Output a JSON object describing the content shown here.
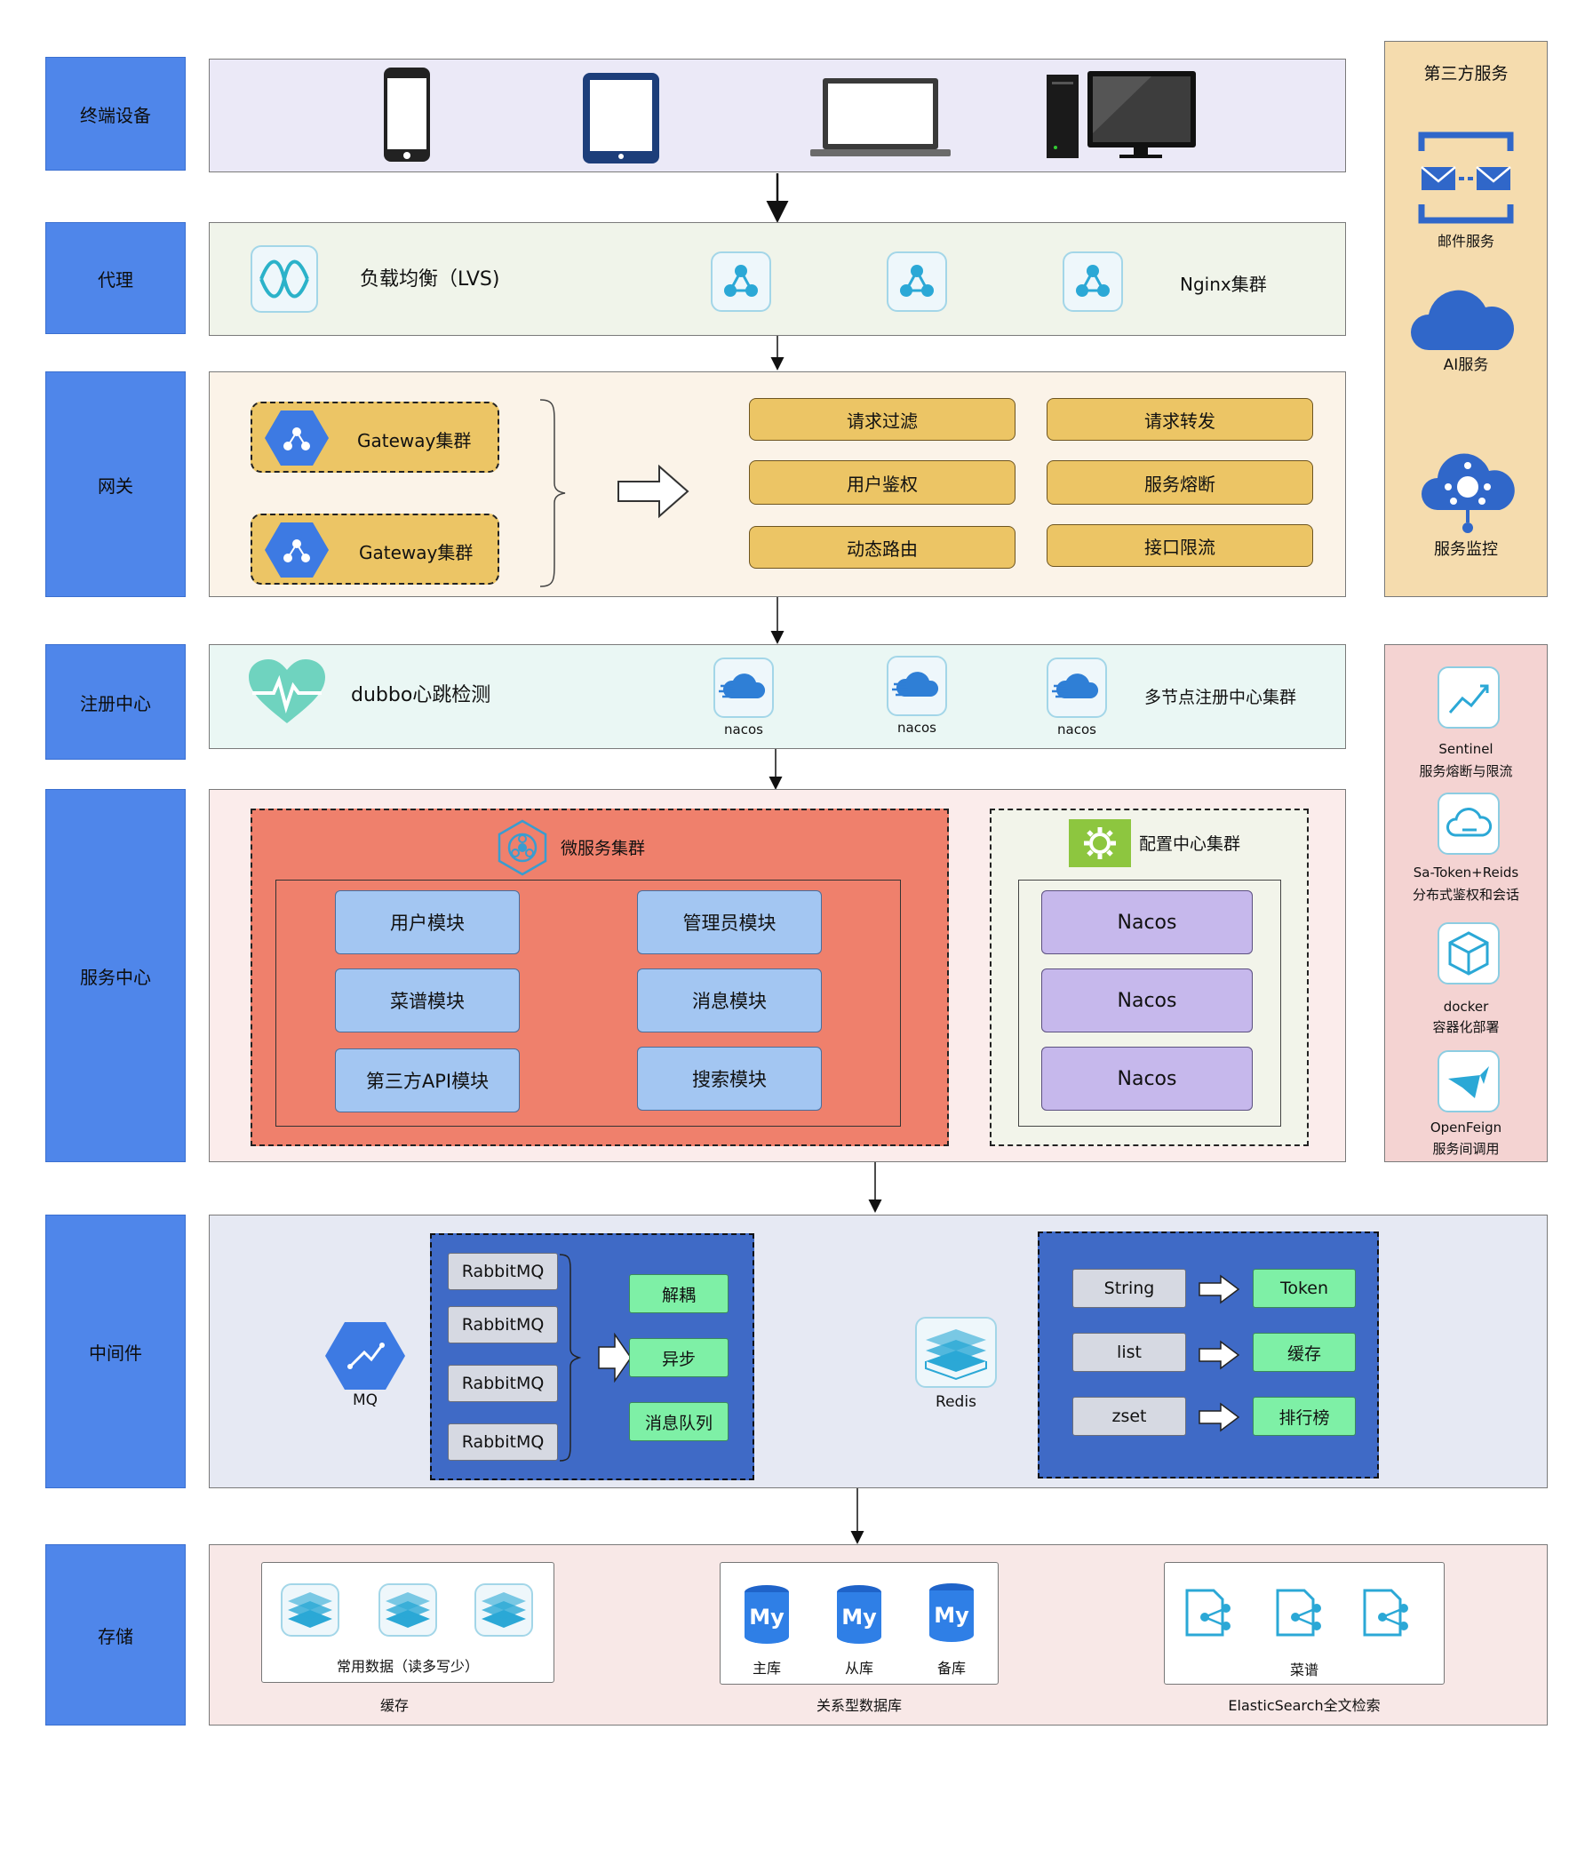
{
  "layers": {
    "terminal": "终端设备",
    "proxy": "代理",
    "gateway": "网关",
    "registry": "注册中心",
    "service": "服务中心",
    "middleware": "中间件",
    "storage": "存储"
  },
  "proxy": {
    "lvs": "负载均衡（LVS)",
    "nginx": "Nginx集群"
  },
  "gateway": {
    "cluster1": "Gateway集群",
    "cluster2": "Gateway集群",
    "functions": [
      "请求过滤",
      "请求转发",
      "用户鉴权",
      "服务熔断",
      "动态路由",
      "接口限流"
    ]
  },
  "registry": {
    "heartbeat": "dubbo心跳检测",
    "nodes": [
      "nacos",
      "nacos",
      "nacos"
    ],
    "cluster": "多节点注册中心集群"
  },
  "service": {
    "micro_title": "微服务集群",
    "modules": [
      "用户模块",
      "管理员模块",
      "菜谱模块",
      "消息模块",
      "第三方API模块",
      "搜索模块"
    ],
    "config_title": "配置中心集群",
    "config_nodes": [
      "Nacos",
      "Nacos",
      "Nacos"
    ]
  },
  "third_party": {
    "title": "第三方服务",
    "mail": "邮件服务",
    "ai": "AI服务",
    "monitor": "服务监控"
  },
  "tools": [
    {
      "name": "Sentinel",
      "desc": "服务熔断与限流"
    },
    {
      "name": "Sa-Token+Reids",
      "desc": "分布式鉴权和会话"
    },
    {
      "name": "docker",
      "desc": "容器化部署"
    },
    {
      "name": "OpenFeign",
      "desc": "服务间调用"
    }
  ],
  "middleware": {
    "mq_label": "MQ",
    "rabbit": [
      "RabbitMQ",
      "RabbitMQ",
      "RabbitMQ",
      "RabbitMQ"
    ],
    "mq_uses": [
      "解耦",
      "异步",
      "消息队列"
    ],
    "redis_label": "Redis",
    "redis_types": [
      "String",
      "list",
      "zset"
    ],
    "redis_uses": [
      "Token",
      "缓存",
      "排行榜"
    ]
  },
  "storage": {
    "cache_inner": "常用数据（读多写少）",
    "cache_caption": "缓存",
    "db_nodes": [
      "主库",
      "从库",
      "备库"
    ],
    "db_caption": "关系型数据库",
    "es_inner": "菜谱",
    "es_caption": "ElasticSearch全文检索",
    "mysql_glyph": "My"
  },
  "colors": {
    "layer_blue": "#4f86ea",
    "gold": "#ecc565",
    "coral": "#ef806c",
    "module_blue": "#a3c6f2",
    "nacos_purple": "#c6b8ec",
    "mq_blue": "#3f6ac6",
    "green": "#7ef0a6"
  }
}
